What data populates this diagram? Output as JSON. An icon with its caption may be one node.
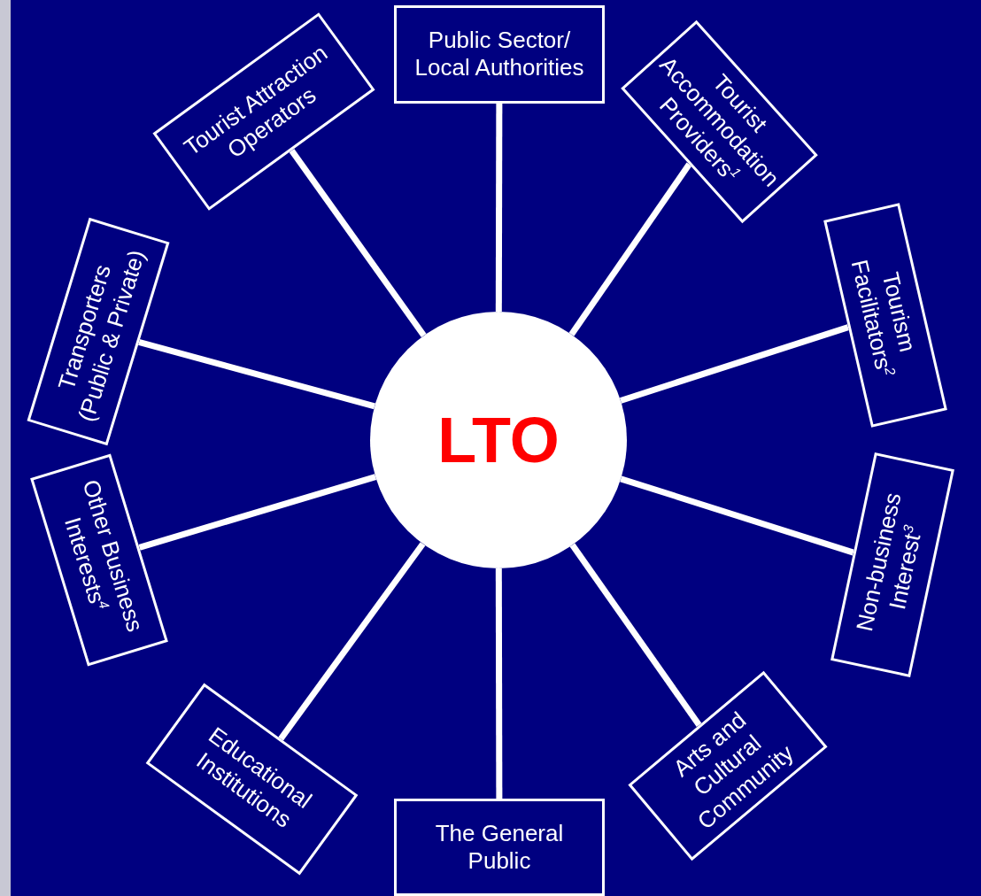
{
  "diagram": {
    "nodes": [
      {
        "text": [
          "LTO"
        ]
      },
      {
        "text": [
          "Public Sector/ Local Authorities"
        ]
      },
      {
        "text": [
          "Tourist Accommodation Providers$^{1}$"
        ]
      },
      {
        "text": [
          "Tourism Facilitators$^{2}$"
        ]
      },
      {
        "text": [
          "Non-business Interest$^{3}$"
        ]
      },
      {
        "text": [
          "Arts and Cultural Community"
        ]
      },
      {
        "text": [
          "The General Public"
        ]
      },
      {
        "text": [
          "Educational Institutions"
        ]
      },
      {
        "text": [
          "Other Business Interests$^{4}$"
        ]
      },
      {
        "text": [
          "Transporters (Public & Private)"
        ]
      },
      {
        "text": [
          "Tourist Attraction Operators"
        ]
      }
    ],
    "edges": [
      {
        "from": 0,
        "to": 1,
        "arrow": "none"
      },
      {
        "from": 0,
        "to": 2,
        "arrow": "none"
      },
      {
        "from": 0,
        "to": 3,
        "arrow": "none"
      },
      {
        "from": 0,
        "to": 4,
        "arrow": "none"
      },
      {
        "from": 0,
        "to": 5,
        "arrow": "none"
      },
      {
        "from": 0,
        "to": 6,
        "arrow": "none"
      },
      {
        "from": 0,
        "to": 7,
        "arrow": "none"
      },
      {
        "from": 0,
        "to": 8,
        "arrow": "none"
      },
      {
        "from": 0,
        "to": 9,
        "arrow": "none"
      },
      {
        "from": 0,
        "to": 10,
        "arrow": "none"
      }
    ]
  }
}
